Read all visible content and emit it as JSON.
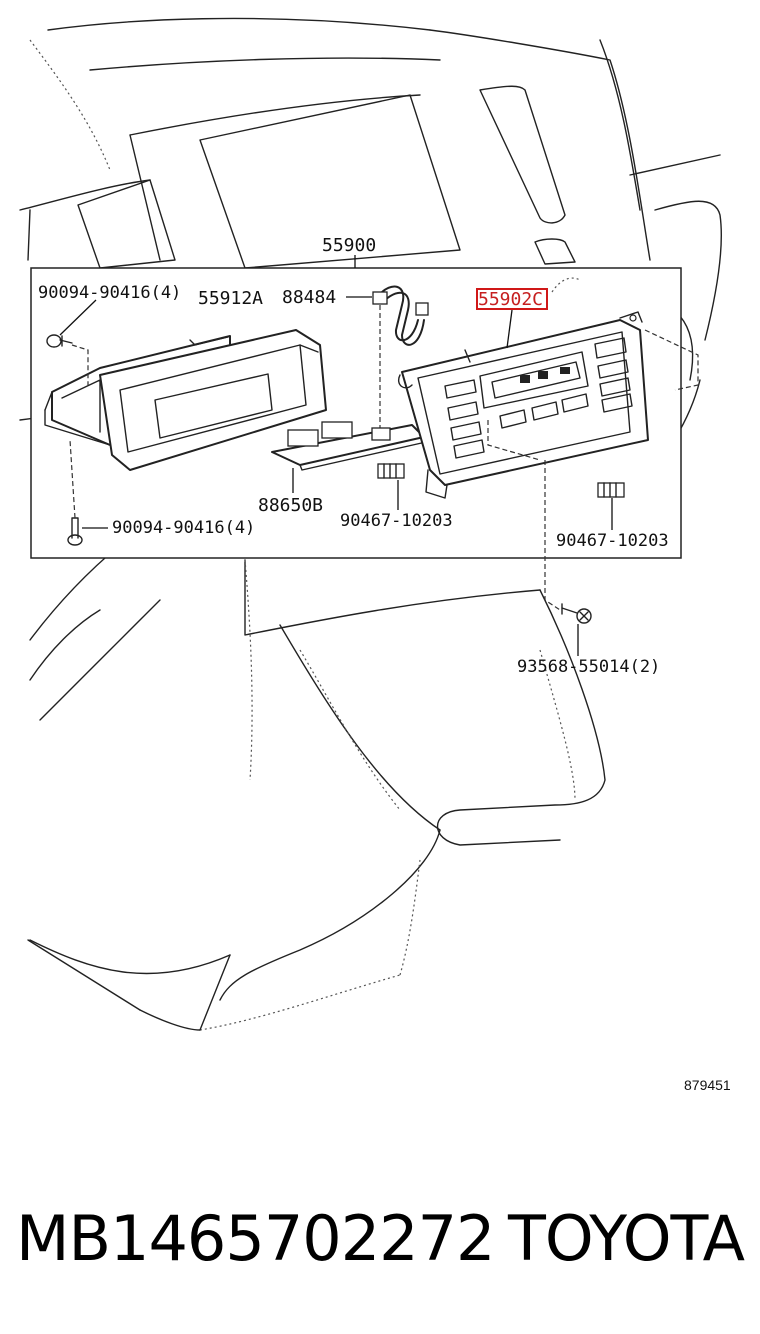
{
  "diagram": {
    "callouts": {
      "assembly": "55900",
      "part_highlighted": "55902C",
      "screw_top_left": "90094-90416(4)",
      "panel_left": "55912A",
      "connector_top": "88484",
      "circuit_board": "88650B",
      "screw_bottom_left": "90094-90416(4)",
      "clip_center": "90467-10203",
      "clip_right": "90467-10203",
      "screw_lower": "93568-55014(2)"
    },
    "reference_code": "879451",
    "highlight_color": "#d01818"
  },
  "caption": {
    "part_number": "MB1465702272",
    "brand": "TOYOTA"
  }
}
